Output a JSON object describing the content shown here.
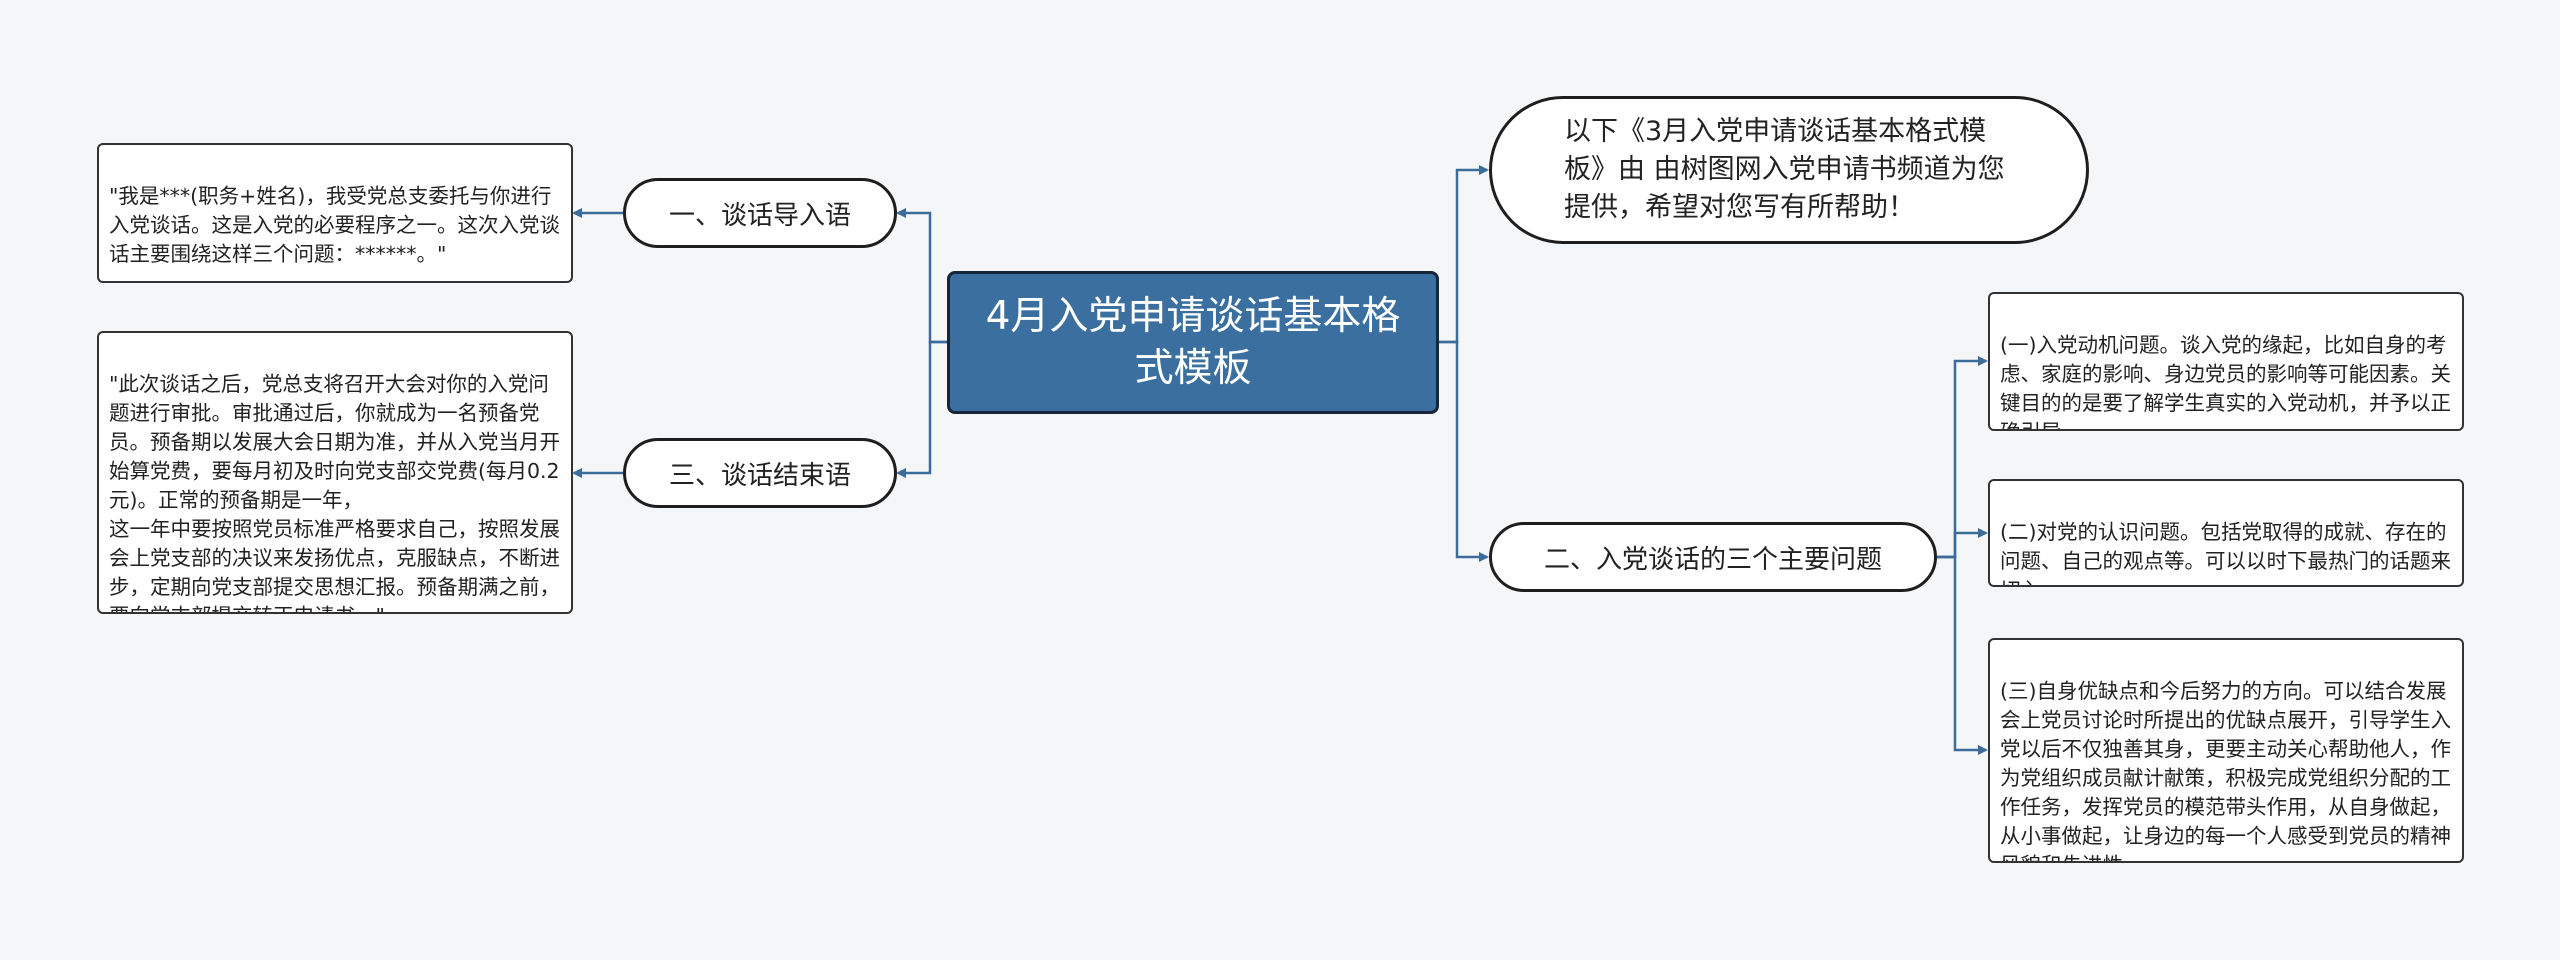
{
  "mindmap": {
    "root": "4月入党申请谈话基本格式模板",
    "intro": "以下《3月入党申请谈话基本格式模板》由 由树图网入党申请书频道为您提供，希望对您写有所帮助！",
    "branches": [
      {
        "label": "一、谈话导入语",
        "detail": "\"我是***(职务+姓名)，我受党总支委托与你进行入党谈话。这是入党的必要程序之一。这次入党谈话主要围绕这样三个问题：******。\""
      },
      {
        "label": "三、谈话结束语",
        "detail": "\"此次谈话之后，党总支将召开大会对你的入党问题进行审批。审批通过后，你就成为一名预备党员。预备期以发展大会日期为准，并从入党当月开始算党费，要每月初及时向党支部交党费(每月0.2元)。正常的预备期是一年，\n这一年中要按照党员标准严格要求自己，按照发展会上党支部的决议来发扬优点，克服缺点，不断进步，定期向党支部提交思想汇报。预备期满之前，要向党支部提交转正申请书。\""
      },
      {
        "label": "二、入党谈话的三个主要问题",
        "children": [
          "(一)入党动机问题。谈入党的缘起，比如自身的考虑、家庭的影响、身边党员的影响等可能因素。关键目的的是要了解学生真实的入党动机，并予以正确引导。",
          "(二)对党的认识问题。包括党取得的成就、存在的问题、自己的观点等。可以以时下最热门的话题来切入。",
          "(三)自身优缺点和今后努力的方向。可以结合发展会上党员讨论时所提出的优缺点展开，引导学生入党以后不仅独善其身，更要主动关心帮助他人，作为党组织成员献计献策，积极完成党组织分配的工作任务，发挥党员的模范带头作用，从自身做起，从小事做起，让身边的每一个人感受到党员的精神风貌和先进性。"
        ]
      }
    ]
  },
  "colors": {
    "background": "#f5f6f8",
    "root_fill": "#3a6fa0",
    "connector": "#3c6c9c",
    "node_border": "#1e1e1e"
  }
}
